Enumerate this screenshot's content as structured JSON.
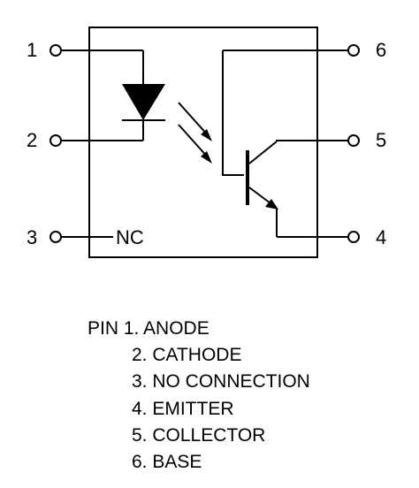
{
  "pins": {
    "p1": "1",
    "p2": "2",
    "p3": "3",
    "p4": "4",
    "p5": "5",
    "p6": "6"
  },
  "nc_label": "NC",
  "legend": {
    "line1": "PIN 1. ANODE",
    "line2": "2. CATHODE",
    "line3": "3. NO CONNECTION",
    "line4": "4. EMITTER",
    "line5": "5. COLLECTOR",
    "line6": "6. BASE"
  },
  "colors": {
    "ink": "#000000",
    "background": "#ffffff"
  }
}
